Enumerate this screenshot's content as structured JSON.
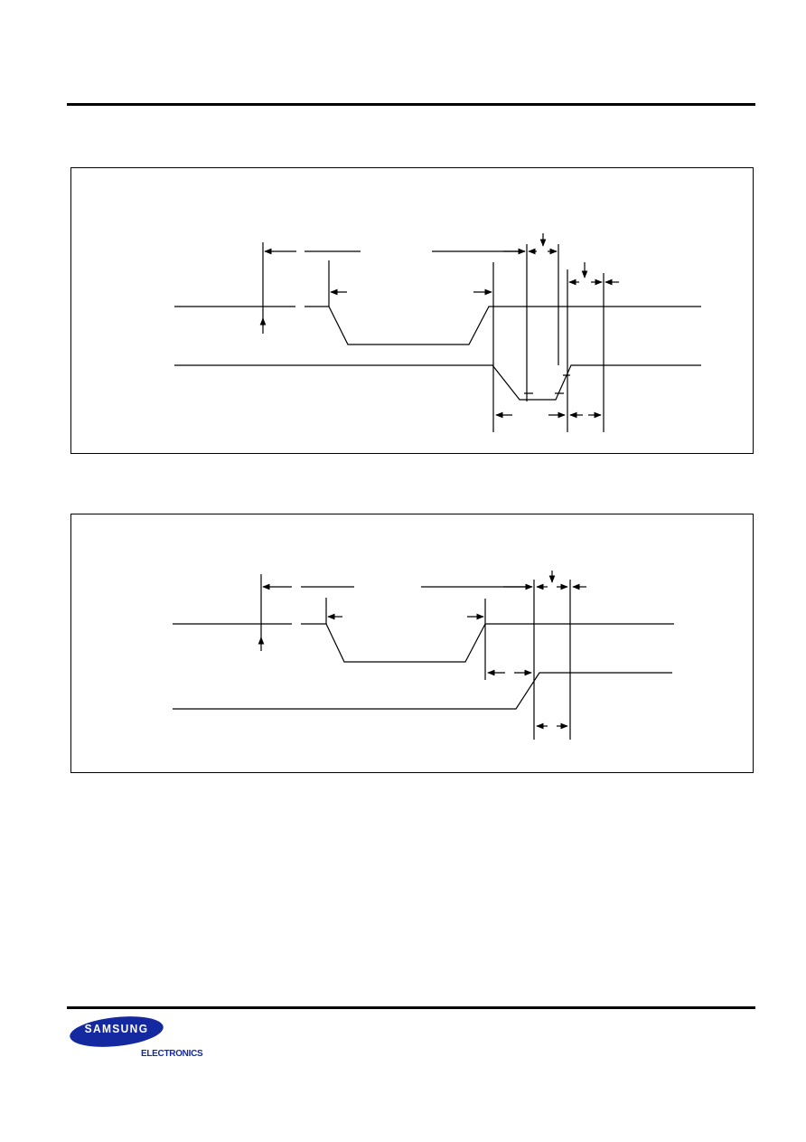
{
  "footer": {
    "brand": "SAMSUNG",
    "subtitle": "ELECTRONICS",
    "brand_color": "#1428a0"
  },
  "diagrams": [
    {
      "id": "timing-diagram-1",
      "stroke_color": "#000000"
    },
    {
      "id": "timing-diagram-2",
      "stroke_color": "#000000"
    }
  ]
}
